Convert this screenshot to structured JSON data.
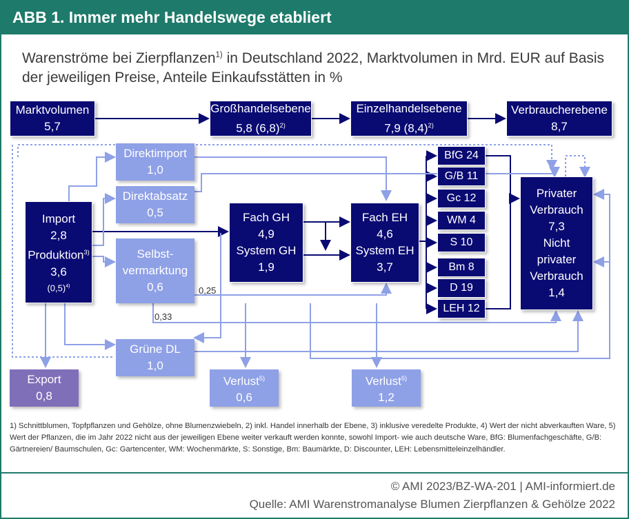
{
  "header": {
    "title": "ABB 1. Immer mehr Handelswege etabliert"
  },
  "subtitle": {
    "part1": "Warenströme bei Zierpflanzen",
    "sup": "1)",
    "part2": " in Deutschland 2022, Marktvolumen in Mrd. EUR auf Basis der jeweiligen Preise, Anteile Einkaufsstätten in %"
  },
  "boxes": {
    "marktvolumen": {
      "label": "Marktvolumen",
      "value": "5,7"
    },
    "grosshandel": {
      "label": "Großhandelsebene",
      "value": "5,8 (6,8)",
      "sup": "2)"
    },
    "einzelhandel": {
      "label": "Einzelhandelsebene",
      "value": "7,9 (8,4)",
      "sup": "2)"
    },
    "verbraucher": {
      "label": "Verbraucherebene",
      "value": "8,7"
    },
    "direktimport": {
      "label": "Direktimport",
      "value": "1,0"
    },
    "direktabsatz": {
      "label": "Direktabsatz",
      "value": "0,5"
    },
    "selbst": {
      "label1": "Selbst-",
      "label2": "vermarktung",
      "value": "0,6"
    },
    "import": {
      "label": "Import",
      "value": "2,8",
      "prod_label": "Produktion",
      "prod_sup": "3)",
      "prod_value": "3,6",
      "note": "(0,5)",
      "note_sup": "4)"
    },
    "fachgh": {
      "label1": "Fach GH",
      "value1": "4,9",
      "label2": "System GH",
      "value2": "1,9"
    },
    "facheh": {
      "label1": "Fach EH",
      "value1": "4,6",
      "label2": "System EH",
      "value2": "3,7"
    },
    "privat": {
      "l1": "Privater",
      "l2": "Verbrauch",
      "v1": "7,3",
      "l3": "Nicht",
      "l4": "privater",
      "l5": "Verbrauch",
      "v2": "1,4"
    },
    "gruene": {
      "label": "Grüne DL",
      "value": "1,0"
    },
    "export": {
      "label": "Export",
      "value": "0,8"
    },
    "verlust1": {
      "label": "Verlust",
      "sup": "5)",
      "value": "0,6"
    },
    "verlust2": {
      "label": "Verlust",
      "sup": "5)",
      "value": "1,2"
    }
  },
  "stores": [
    "BfG 24",
    "G/B 11",
    "Gc 12",
    "WM 4",
    "S 10",
    "Bm 8",
    "D 19",
    "LEH 12"
  ],
  "flow_labels": {
    "a": "0,25",
    "b": "0,33"
  },
  "footnote": "1) Schnittblumen, Topfpflanzen und Gehölze, ohne Blumenzwiebeln, 2) inkl. Handel innerhalb der Ebene, 3) inklusive veredelte Produkte, 4) Wert der nicht abverkauften Ware, 5) Wert der Pflanzen, die im Jahr 2022 nicht aus der jeweiligen Ebene weiter verkauft werden konnte, sowohl Import- wie auch deutsche Ware, BfG: Blumenfachgeschäfte, G/B: Gärtnereien/ Baumschulen, Gc: Gartencenter, WM: Wochenmärkte, S: Sonstige, Bm: Baumärkte, D: Discounter, LEH: Lebensmitteleinzelhändler.",
  "credits": {
    "line1": "© AMI 2023/BZ-WA-201 | AMI-informiert.de",
    "line2": "Quelle: AMI Warenstromanalyse Blumen Zierpflanzen & Gehölze 2022"
  }
}
